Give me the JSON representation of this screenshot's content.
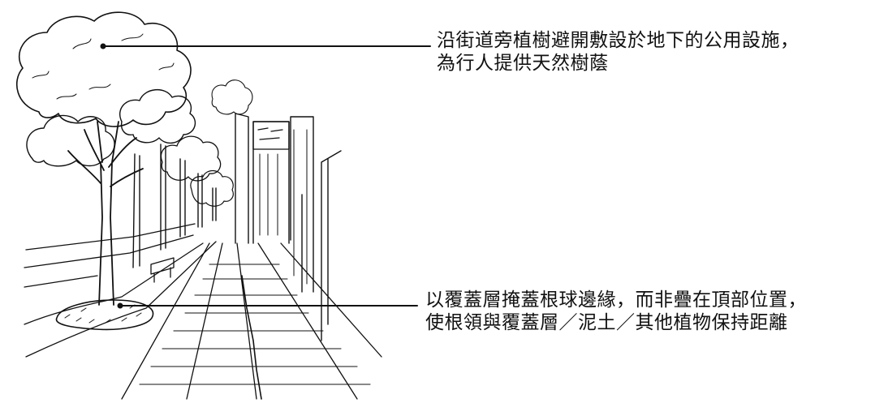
{
  "colors": {
    "ink": "#111111",
    "background": "#ffffff"
  },
  "callouts": [
    {
      "lines": [
        "沿街道旁植樹避開敷設於地下的公用設施，",
        "為行人提供天然樹蔭"
      ]
    },
    {
      "lines": [
        "以覆蓋層掩蓋根球邊緣，而非疊在頂部位置，",
        "使根領與覆蓋層／泥土／其他植物保持距離"
      ]
    }
  ]
}
